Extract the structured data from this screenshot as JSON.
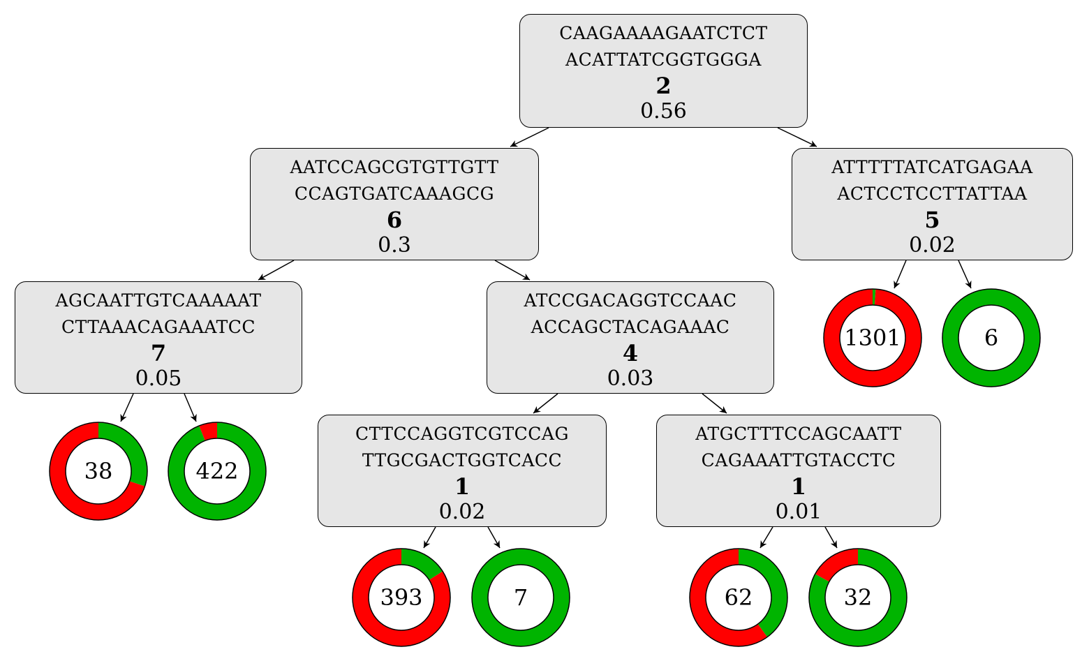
{
  "colors": {
    "positive": "#00b400",
    "negative": "#ff0000",
    "node_fill": "#e6e6e6"
  },
  "nodes": [
    {
      "id": "n2",
      "seq1": "CAAGAAAAGAATCTCT",
      "seq2": "ACATTATCGGTGGGA",
      "feature": "2",
      "score": "0.56"
    },
    {
      "id": "n6",
      "seq1": "AATCCAGCGTGTTGTT",
      "seq2": "CCAGTGATCAAAGCG",
      "feature": "6",
      "score": "0.3"
    },
    {
      "id": "n5",
      "seq1": "ATTTTTATCATGAGAA",
      "seq2": "ACTCCTCCTTATTAA",
      "feature": "5",
      "score": "0.02"
    },
    {
      "id": "n7",
      "seq1": "AGCAATTGTCAAAAAT",
      "seq2": "CTTAAACAGAAATCC",
      "feature": "7",
      "score": "0.05"
    },
    {
      "id": "n4",
      "seq1": "ATCCGACAGGTCCAAC",
      "seq2": "ACCAGCTACAGAAAC",
      "feature": "4",
      "score": "0.03"
    },
    {
      "id": "n1a",
      "seq1": "CTTCCAGGTCGTCCAG",
      "seq2": "TTGCGACTGGTCACC",
      "feature": "1",
      "score": "0.02"
    },
    {
      "id": "n1b",
      "seq1": "ATGCTTTCCAGCAATT",
      "seq2": "CAGAAATTGTACCTC",
      "feature": "1",
      "score": "0.01"
    }
  ],
  "leaves": [
    {
      "id": "l1301",
      "label": "1301",
      "positive_fraction": 0.01
    },
    {
      "id": "l6",
      "label": "6",
      "positive_fraction": 1.0
    },
    {
      "id": "l38",
      "label": "38",
      "positive_fraction": 0.3
    },
    {
      "id": "l422",
      "label": "422",
      "positive_fraction": 0.94
    },
    {
      "id": "l393",
      "label": "393",
      "positive_fraction": 0.16
    },
    {
      "id": "l7",
      "label": "7",
      "positive_fraction": 1.0
    },
    {
      "id": "l62",
      "label": "62",
      "positive_fraction": 0.4
    },
    {
      "id": "l32",
      "label": "32",
      "positive_fraction": 0.83
    }
  ]
}
